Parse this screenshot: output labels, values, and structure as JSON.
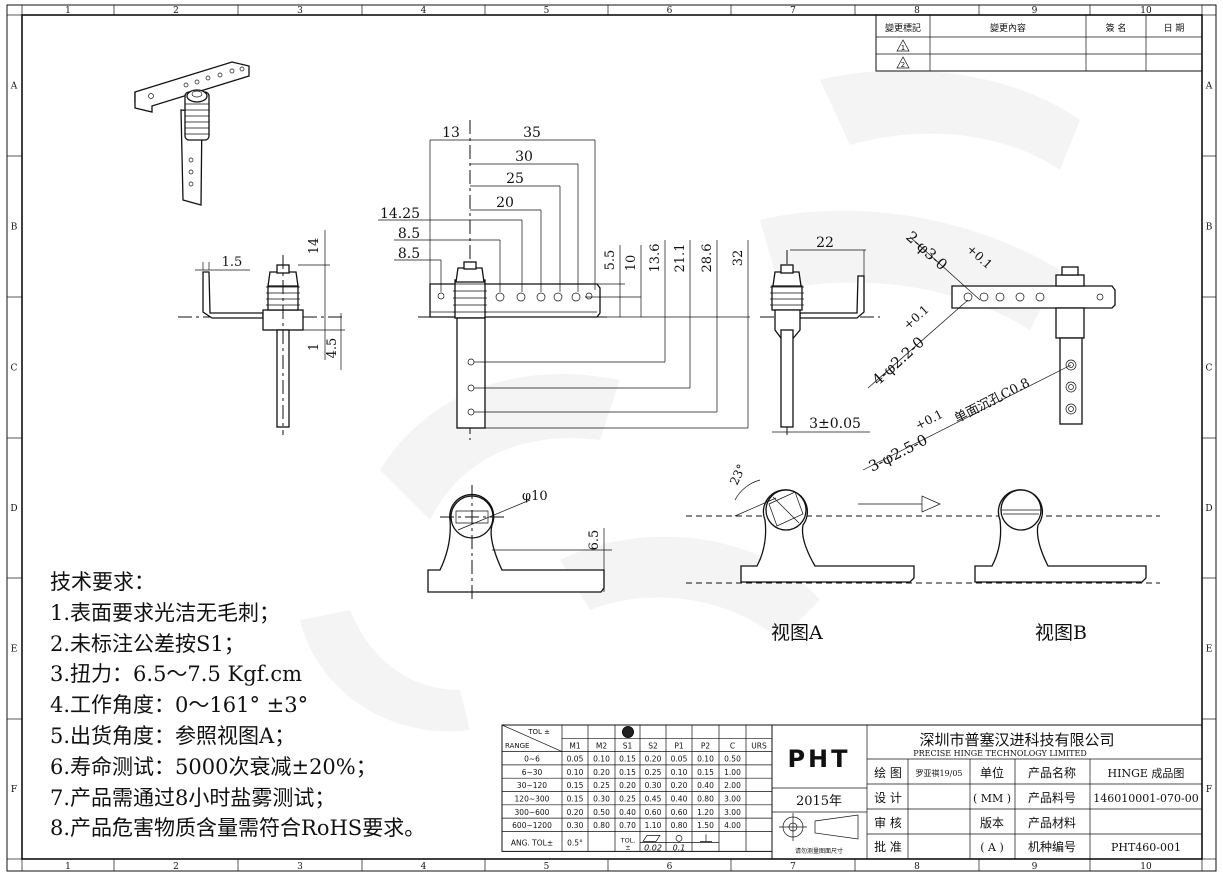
{
  "border": {
    "columns": [
      "1",
      "2",
      "3",
      "4",
      "5",
      "6",
      "7",
      "8",
      "9",
      "10"
    ],
    "rows": [
      "A",
      "B",
      "C",
      "D",
      "E",
      "F"
    ]
  },
  "revision": {
    "headers": [
      "變更標記",
      "變更內容",
      "簽 名",
      "日 期"
    ],
    "marks": [
      "1",
      "2"
    ]
  },
  "dims": {
    "d13": "13",
    "d35": "35",
    "d30": "30",
    "d25": "25",
    "d20": "20",
    "d14_25": "14.25",
    "d8_5a": "8.5",
    "d8_5b": "8.5",
    "d5_5": "5.5",
    "d10": "10",
    "d13_6": "13.6",
    "d21_1": "21.1",
    "d28_6": "28.6",
    "d32": "32",
    "d1_5": "1.5",
    "d14": "14",
    "d1": "1",
    "d4_5": "4.5",
    "d22": "22",
    "d3_005": "3±0.05",
    "hole3": "2-φ3-0",
    "hole3_tol": "+0.1",
    "hole22": "4-φ2.2-0",
    "hole22_tol": "+0.1",
    "hole25": "3-φ2.5-0",
    "hole25_tol": "+0.1",
    "countersink": "单面沉孔C0.8",
    "phi10": "φ10",
    "d6_5": "6.5",
    "angle23": "23°"
  },
  "views": {
    "a": "视图A",
    "b": "视图B"
  },
  "notes": {
    "title": "技术要求：",
    "items": [
      "1.表面要求光洁无毛刺；",
      "2.未标注公差按S1；",
      "3.扭力：6.5～7.5 Kgf.cm",
      "4.工作角度：0～161° ±3°",
      "5.出货角度：参照视图A；",
      "6.寿命测试：5000次衰减±20%；",
      "7.产品需通过8小时盐雾测试；",
      "8.产品危害物质含量需符合RoHS要求。"
    ]
  },
  "tolerance": {
    "corner_top": "TOL ±",
    "corner_bottom": "RANGE",
    "headers": [
      "M1",
      "M2",
      "S1",
      "S2",
      "P1",
      "P2",
      "C",
      "URS"
    ],
    "rows": [
      {
        "range": "0~6",
        "values": [
          "0.05",
          "0.10",
          "0.15",
          "0.20",
          "0.05",
          "0.10",
          "0.50",
          ""
        ]
      },
      {
        "range": "6~30",
        "values": [
          "0.10",
          "0.20",
          "0.15",
          "0.25",
          "0.10",
          "0.15",
          "1.00",
          ""
        ]
      },
      {
        "range": "30~120",
        "values": [
          "0.15",
          "0.25",
          "0.20",
          "0.30",
          "0.20",
          "0.40",
          "2.00",
          ""
        ]
      },
      {
        "range": "120~300",
        "values": [
          "0.15",
          "0.30",
          "0.25",
          "0.45",
          "0.40",
          "0.80",
          "3.00",
          ""
        ]
      },
      {
        "range": "300~600",
        "values": [
          "0.20",
          "0.50",
          "0.40",
          "0.60",
          "0.60",
          "1.20",
          "3.00",
          ""
        ]
      },
      {
        "range": "600~1200",
        "values": [
          "0.30",
          "0.80",
          "0.70",
          "1.10",
          "0.80",
          "1.50",
          "4.00",
          ""
        ]
      }
    ],
    "ang_label": "ANG.  TOL±",
    "ang_value": "0.5°",
    "tol_label": "TOL.",
    "flat_value": "0.02",
    "round_value": "0.1"
  },
  "title_block": {
    "logo": "PHT",
    "year": "2015年",
    "projection_note": "请勿测量图面尺寸",
    "company_cn": "深圳市普塞汉进科技有限公司",
    "company_en": "PRECISE HINGE TECHNOLOGY LIMITED",
    "draw_label": "绘 图",
    "draw_value": "罗亚祺19/05",
    "unit_label": "单位",
    "unit_value": "( MM )",
    "product_name_label": "产品名称",
    "product_name_value": "HINGE 成品图",
    "design_label": "设 计",
    "part_no_label": "产品料号",
    "part_no_value": "146010001-070-00",
    "check_label": "审 核",
    "version_label": "版本",
    "version_value": "( A )",
    "material_label": "产品材料",
    "material_value": "",
    "approve_label": "批 准",
    "model_label": "机种编号",
    "model_value": "PHT460-001"
  }
}
